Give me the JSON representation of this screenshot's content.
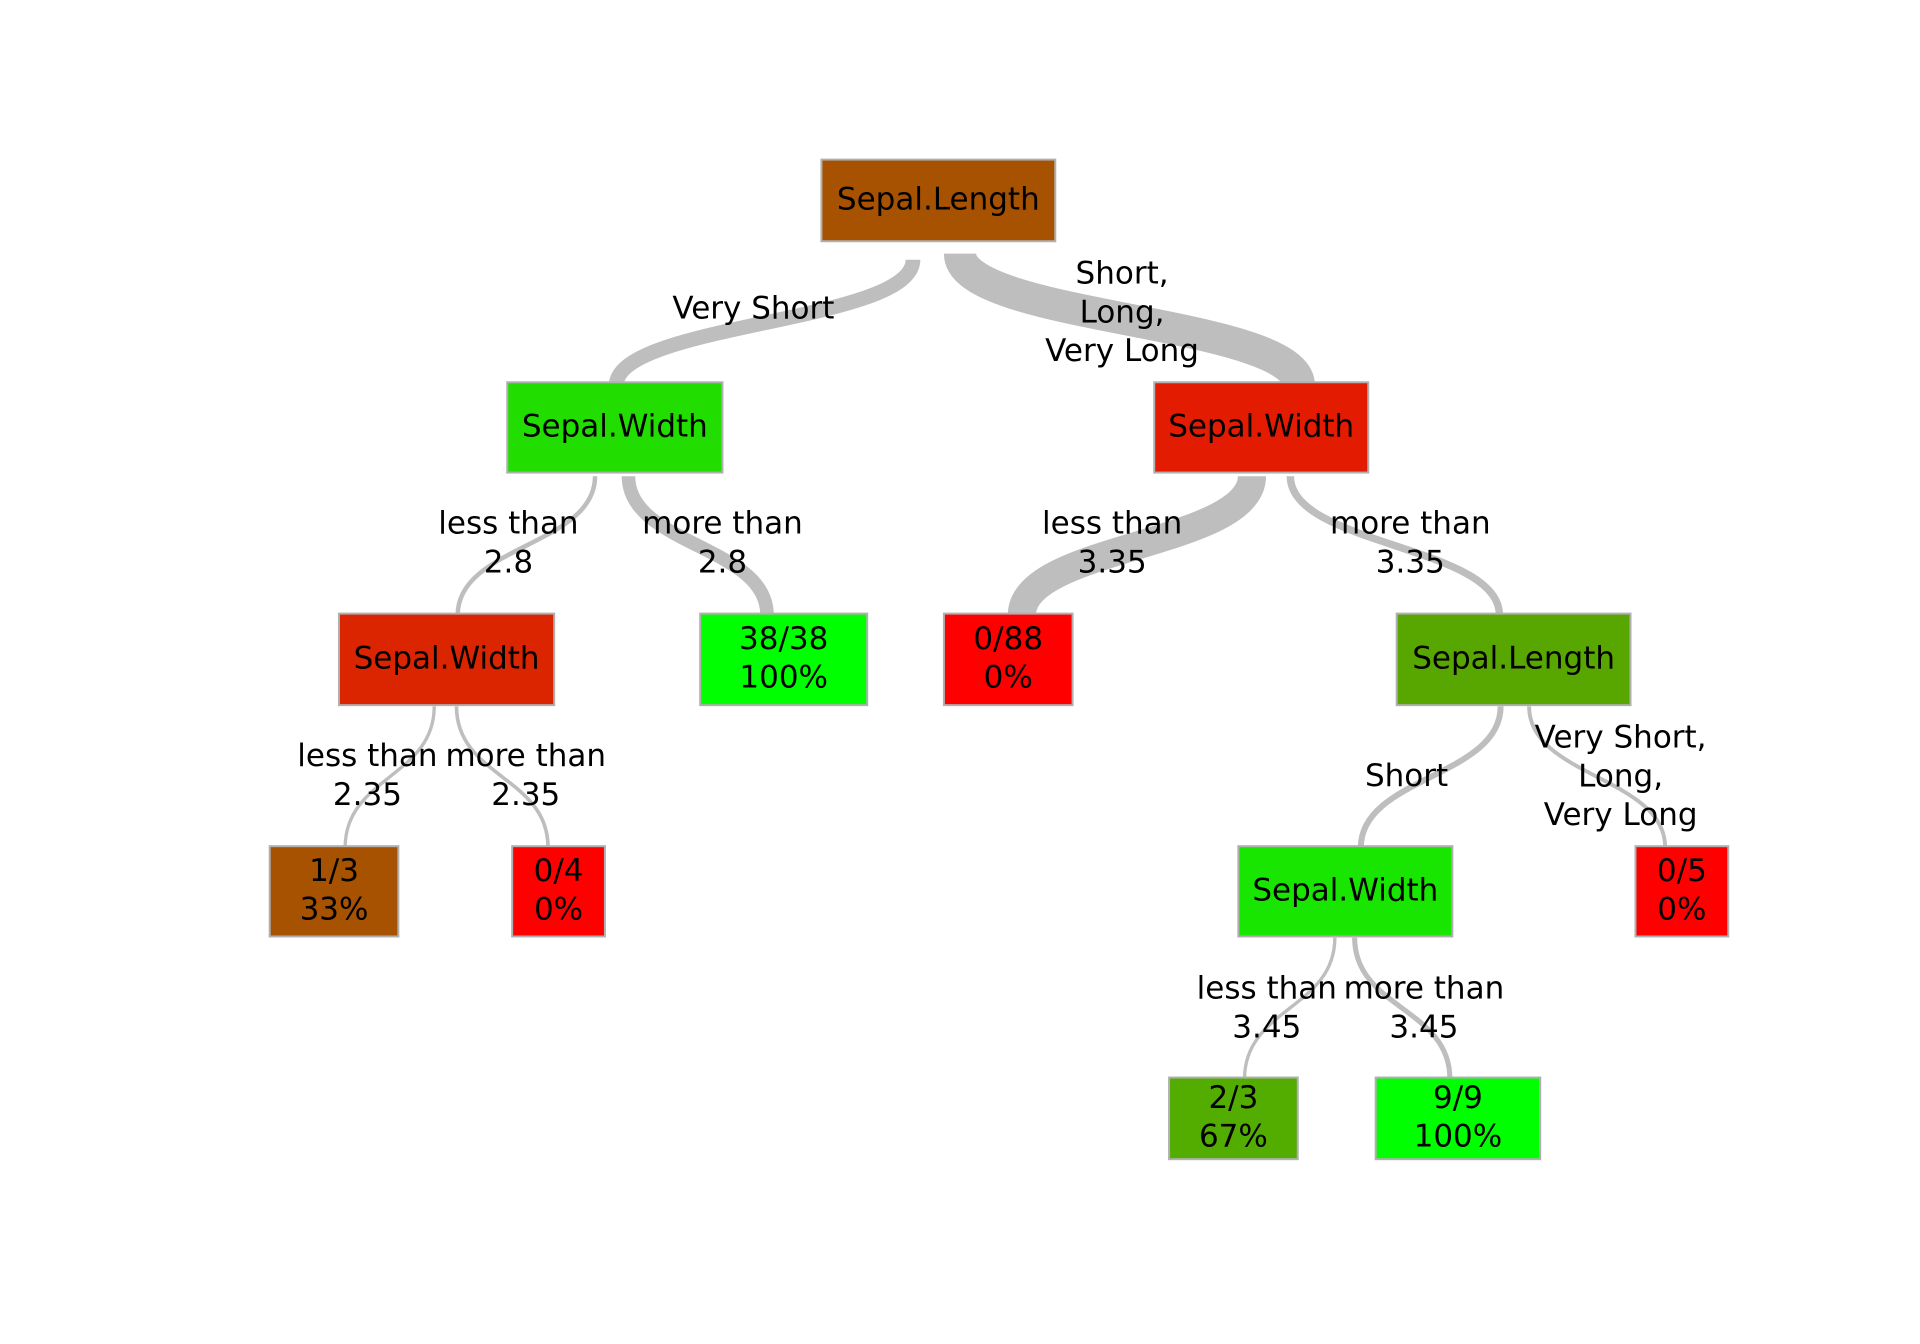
{
  "nodes": {
    "root": {
      "label": [
        "Sepal.Length"
      ],
      "color": "#a65200"
    },
    "sw_left": {
      "label": [
        "Sepal.Width"
      ],
      "color": "#22dd00"
    },
    "sw_right": {
      "label": [
        "Sepal.Width"
      ],
      "color": "#e31b00"
    },
    "sw_ll": {
      "label": [
        "Sepal.Width"
      ],
      "color": "#db2400"
    },
    "leaf_38": {
      "label": [
        "38/38",
        "100%"
      ],
      "color": "#00ff00"
    },
    "leaf_0_88": {
      "label": [
        "0/88",
        "0%"
      ],
      "color": "#ff0000"
    },
    "sl_rr": {
      "label": [
        "Sepal.Length"
      ],
      "color": "#58a600"
    },
    "leaf_1_3": {
      "label": [
        "1/3",
        "33%"
      ],
      "color": "#a65200"
    },
    "leaf_0_4": {
      "label": [
        "0/4",
        "0%"
      ],
      "color": "#ff0000"
    },
    "sw_rrl": {
      "label": [
        "Sepal.Width"
      ],
      "color": "#18e600"
    },
    "leaf_0_5": {
      "label": [
        "0/5",
        "0%"
      ],
      "color": "#ff0000"
    },
    "leaf_2_3": {
      "label": [
        "2/3",
        "67%"
      ],
      "color": "#52ad00"
    },
    "leaf_9_9": {
      "label": [
        "9/9",
        "100%"
      ],
      "color": "#00ff00"
    }
  },
  "edges": {
    "root_to_sw_left": {
      "label": [
        "Very Short"
      ],
      "count": 42
    },
    "root_to_sw_right": {
      "label": [
        "Short,",
        "Long,",
        "Very Long"
      ],
      "count": 105
    },
    "sw_left_to_sw_ll": {
      "label": [
        "less than",
        "2.8"
      ],
      "count": 7
    },
    "sw_left_to_leaf_38": {
      "label": [
        "more than",
        "2.8"
      ],
      "count": 38
    },
    "sw_right_to_leaf_0_88": {
      "label": [
        "less than",
        "3.35"
      ],
      "count": 88
    },
    "sw_right_to_sl_rr": {
      "label": [
        "more than",
        "3.35"
      ],
      "count": 17
    },
    "sw_ll_to_leaf_1_3": {
      "label": [
        "less than",
        "2.35"
      ],
      "count": 3
    },
    "sw_ll_to_leaf_0_4": {
      "label": [
        "more than",
        "2.35"
      ],
      "count": 4
    },
    "sl_rr_to_sw_rrl": {
      "label": [
        "Short"
      ],
      "count": 12
    },
    "sl_rr_to_leaf_0_5": {
      "label": [
        "Very Short,",
        "Long,",
        "Very Long"
      ],
      "count": 5
    },
    "sw_rrl_to_leaf_2_3": {
      "label": [
        "less than",
        "3.45"
      ],
      "count": 3
    },
    "sw_rrl_to_leaf_9_9": {
      "label": [
        "more than",
        "3.45"
      ],
      "count": 9
    }
  }
}
